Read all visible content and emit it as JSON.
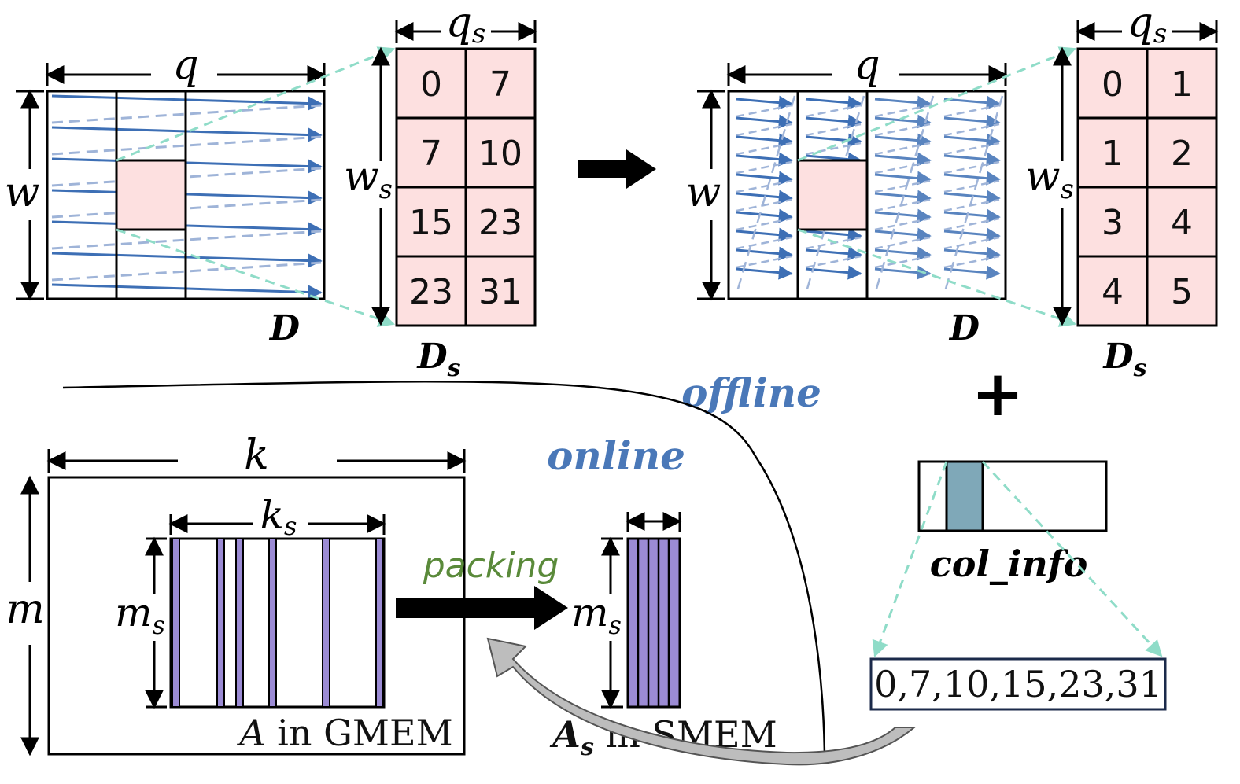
{
  "left_panel": {
    "matrix_label": "D",
    "dim_width": "q",
    "dim_height": "w",
    "sub_width": "q",
    "sub_width_sub": "s",
    "sub_height": "w",
    "sub_height_sub": "s",
    "sub_label": "D",
    "sub_label_sub": "s",
    "cells": [
      "0",
      "7",
      "7",
      "10",
      "15",
      "23",
      "23",
      "31"
    ]
  },
  "right_panel": {
    "matrix_label": "D",
    "dim_width": "q",
    "dim_height": "w",
    "sub_width": "q",
    "sub_width_sub": "s",
    "sub_height": "w",
    "sub_height_sub": "s",
    "sub_label": "D",
    "sub_label_sub": "s",
    "cells": [
      "0",
      "1",
      "1",
      "2",
      "3",
      "4",
      "4",
      "5"
    ]
  },
  "plus_sign": "+",
  "labels": {
    "offline": "offline",
    "online": "online",
    "packing": "packing"
  },
  "bottom": {
    "dim_k": "k",
    "dim_ks": "k",
    "dim_ks_sub": "s",
    "dim_m": "m",
    "dim_ms": "m",
    "dim_ms_sub": "s",
    "dim_ms2": "m",
    "dim_ms2_sub": "s",
    "a_label_var": "A",
    "a_label_rest": " in GMEM",
    "as_label_var": "A",
    "as_label_sub": "s",
    "as_label_rest": " in SMEM",
    "col_info_label": "col_info",
    "col_info_values": "0,7,10,15,23,31"
  },
  "colors": {
    "pink": "#fde0e0",
    "blue_arrow": "#3d6fb5",
    "blue_dashed": "#9fb4d8",
    "teal_dashed": "#8fdcc8",
    "purple": "#9b8bd4",
    "teal_fill": "#7fa8b8",
    "offline_text": "#4a78b8",
    "packing_text": "#5a8a3a"
  }
}
